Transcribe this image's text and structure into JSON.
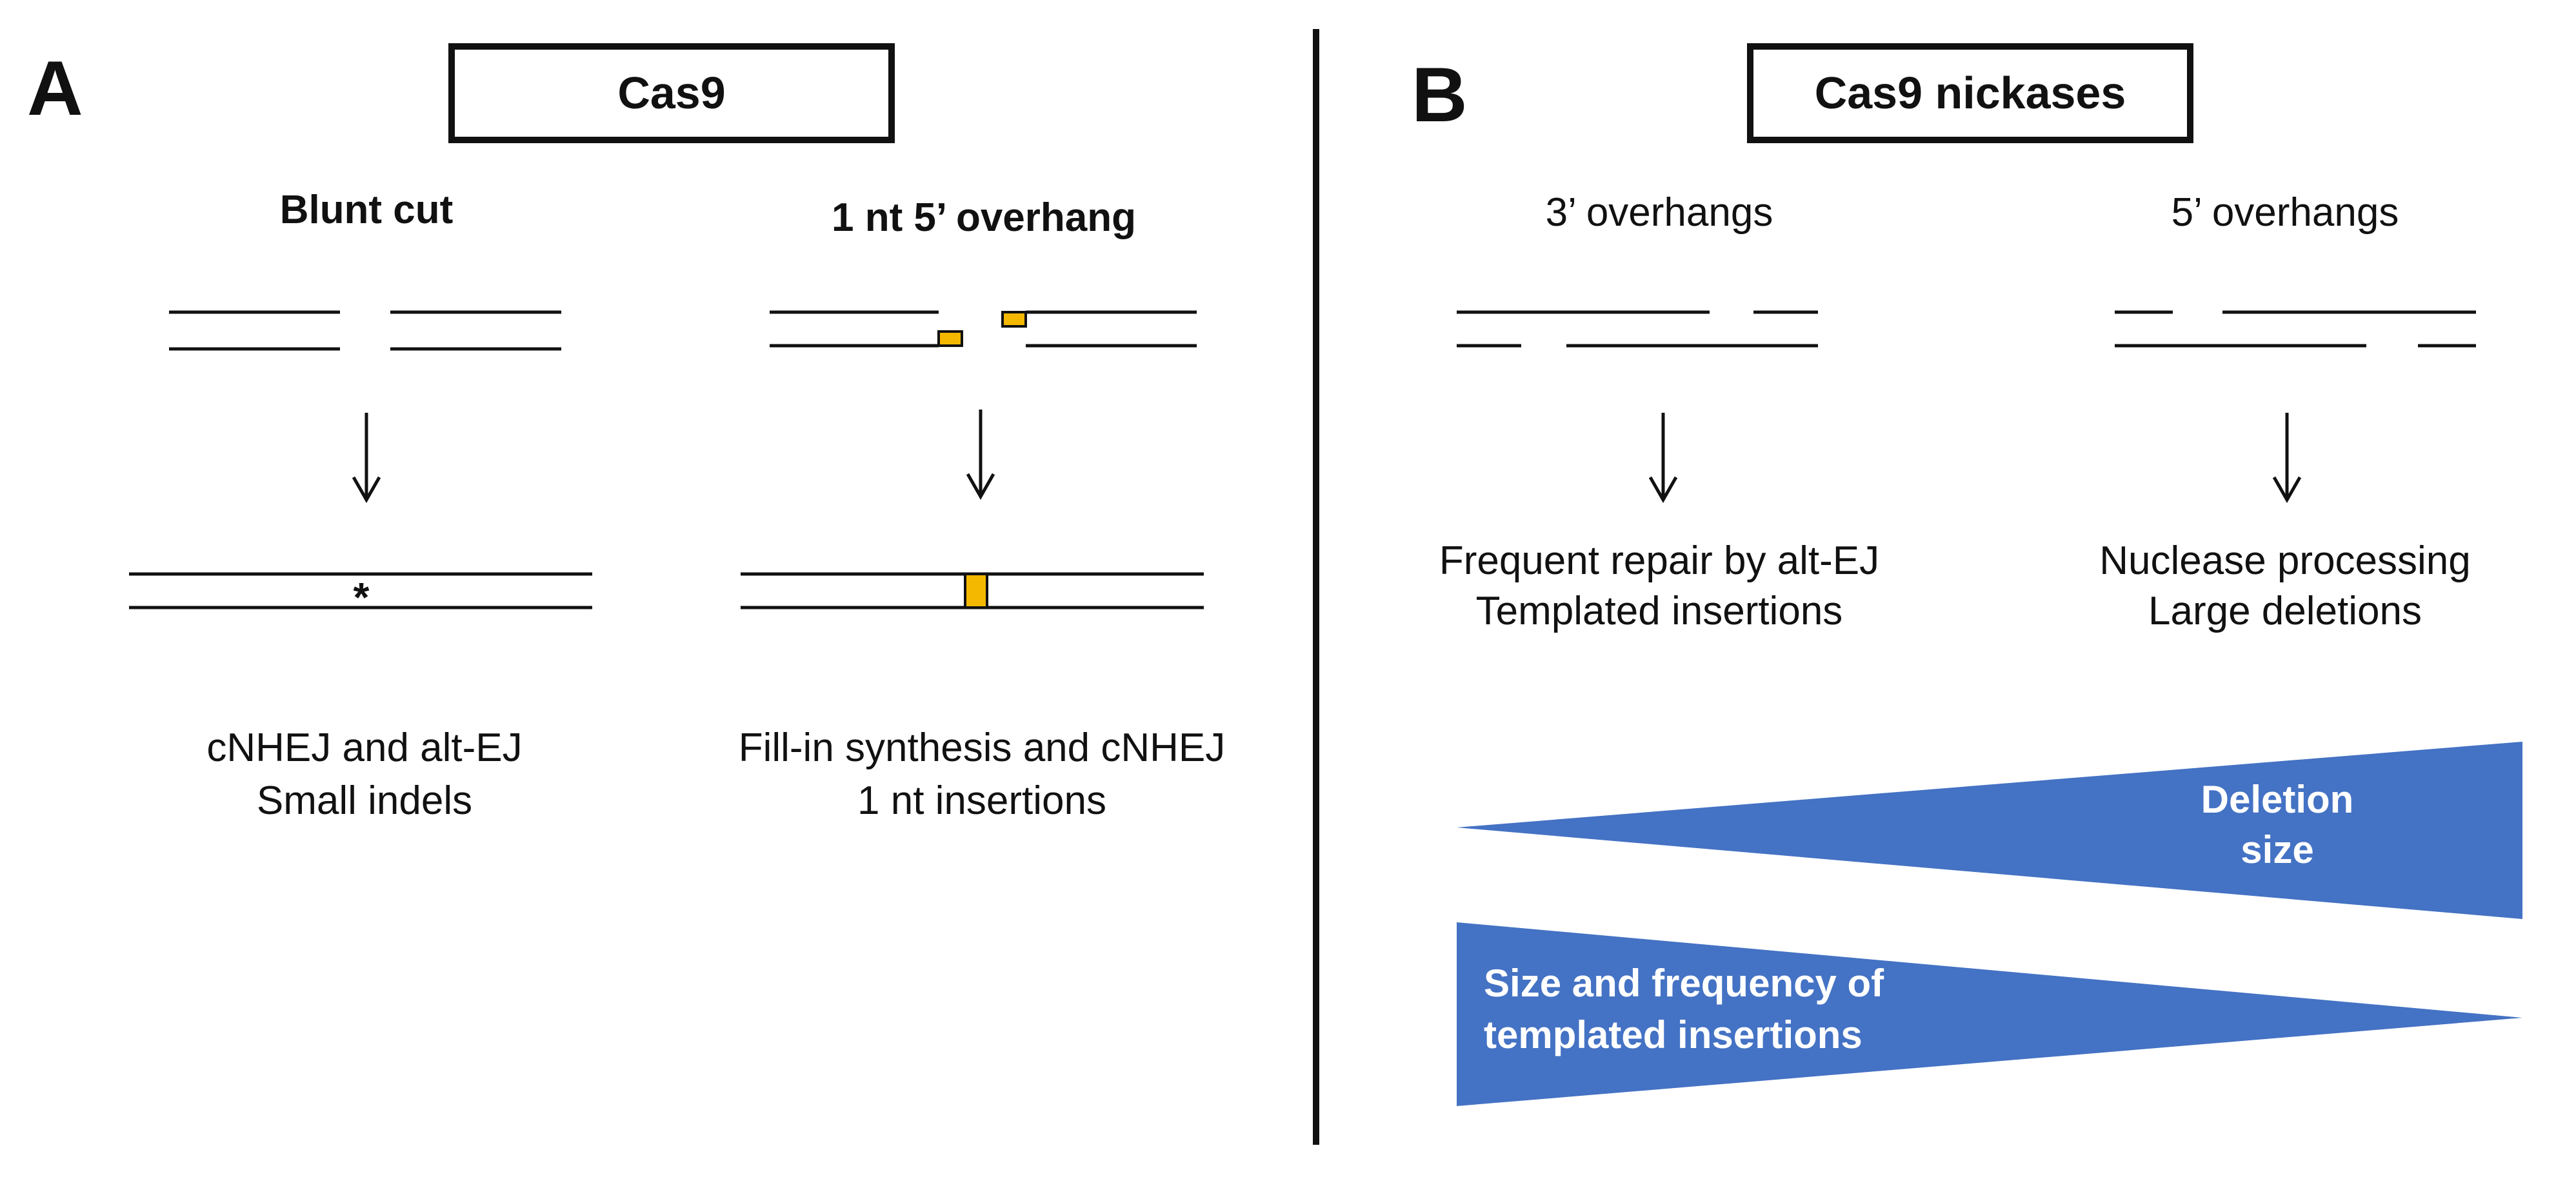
{
  "colors": {
    "overhang": "#f5b800",
    "triangle": "#4472c4",
    "line": "#111111"
  },
  "panel_a": {
    "letter": "A",
    "title": "Cas9",
    "left": {
      "heading": "Blunt cut",
      "marker": "*",
      "caption_line1": "cNHEJ and alt-EJ",
      "caption_line2": "Small indels"
    },
    "right": {
      "heading": "1 nt 5’ overhang",
      "caption_line1": "Fill-in synthesis and cNHEJ",
      "caption_line2": "1 nt insertions"
    }
  },
  "panel_b": {
    "letter": "B",
    "title": "Cas9 nickases",
    "left": {
      "heading": "3’ overhangs",
      "caption_line1": "Frequent repair by alt-EJ",
      "caption_line2": "Templated insertions"
    },
    "right": {
      "heading": "5’ overhangs",
      "caption_line1": "Nuclease processing",
      "caption_line2": "Large deletions"
    },
    "deletion_label_line1": "Deletion",
    "deletion_label_line2": "size",
    "insertion_label_line1": "Size and frequency of",
    "insertion_label_line2": "templated insertions"
  }
}
